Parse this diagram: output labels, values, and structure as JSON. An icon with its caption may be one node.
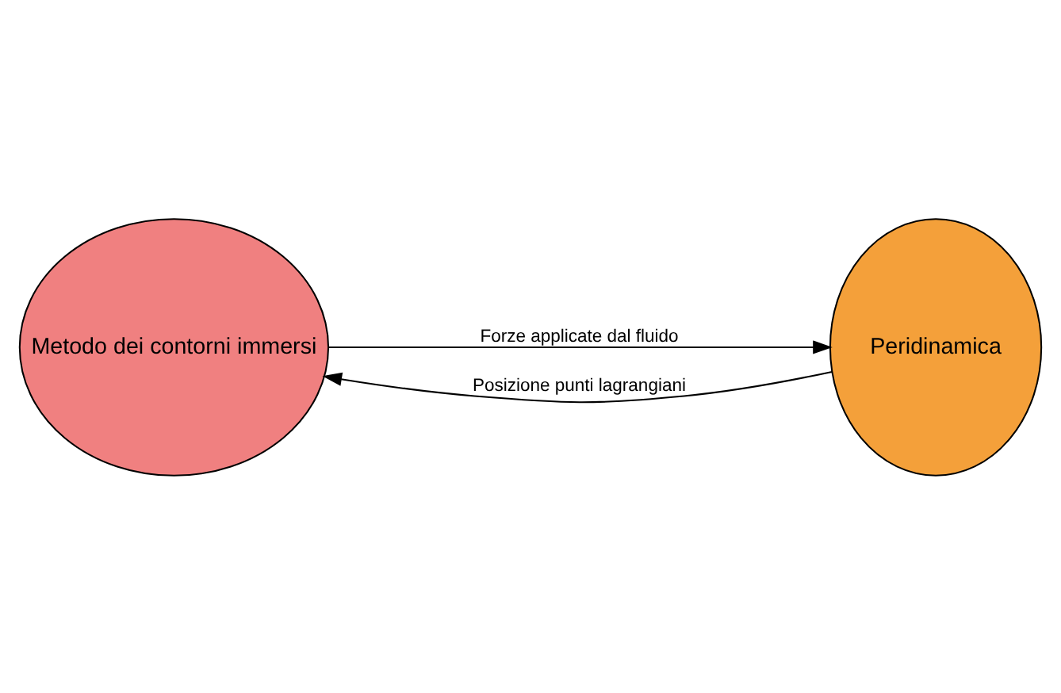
{
  "diagram": {
    "nodes": [
      {
        "text": [
          "Metodo dei contorni immersi"
        ]
      },
      {
        "text": [
          "Peridinamica"
        ]
      }
    ],
    "edges": [
      {
        "from": 0,
        "to": 1,
        "arrow": "to",
        "label": "Forze applicate dal fluido"
      },
      {
        "from": 1,
        "to": 0,
        "arrow": "to",
        "label": "Posizione punti lagrangiani"
      }
    ]
  }
}
